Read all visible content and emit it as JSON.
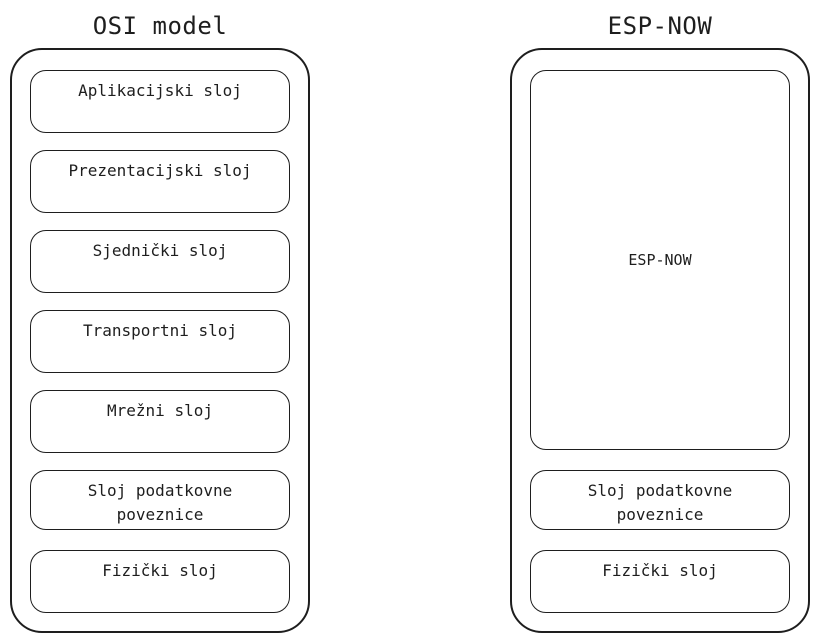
{
  "osi": {
    "title": "OSI model",
    "layers": [
      "Aplikacijski sloj",
      "Prezentacijski sloj",
      "Sjednički sloj",
      "Transportni sloj",
      "Mrežni sloj",
      "Sloj podatkovne\npoveznice",
      "Fizički sloj"
    ]
  },
  "espnow": {
    "title": "ESP-NOW",
    "layers": [
      "ESP-NOW",
      "Sloj podatkovne\npoveznice",
      "Fizički sloj"
    ]
  }
}
